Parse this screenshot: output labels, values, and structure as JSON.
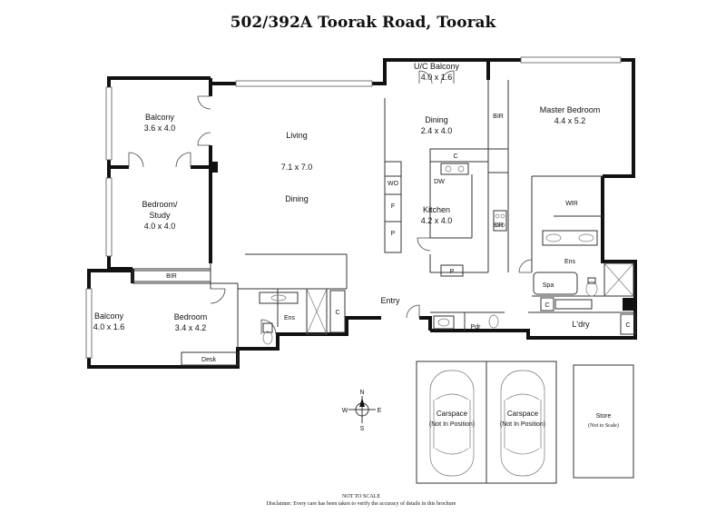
{
  "title": "502/392A Toorak Road, Toorak",
  "rooms": {
    "balcony_left_name": "Balcony",
    "balcony_left_dim": "3.6 x 4.0",
    "uc_balcony_name": "U/C Balcony",
    "uc_balcony_dim": "4.0 x 1.6",
    "living_name": "Living",
    "living_dim": "7.1 x 7.0",
    "living_dining": "Dining",
    "dining_name": "Dining",
    "dining_dim": "2.4 x 4.0",
    "master_name": "Master Bedroom",
    "master_dim": "4.4 x 5.2",
    "bedroom_study_name_1": "Bedroom/",
    "bedroom_study_name_2": "Study",
    "bedroom_study_dim": "4.0 x 4.0",
    "kitchen_name": "Kitchen",
    "kitchen_dim": "4.2 x 4.0",
    "bedroom_name": "Bedroom",
    "bedroom_dim": "3.4 x 4.2",
    "balcony_small_name": "Balcony",
    "balcony_small_dim": "4.0 x 1.6",
    "entry": "Entry",
    "wir": "WIR",
    "ens_master": "Ens",
    "ens_bedroom": "Ens",
    "spa": "Spa",
    "laundry": "L'dry",
    "powder": "Pdr",
    "desk": "Desk"
  },
  "fixtures": {
    "bir_master_top": "BIR",
    "bir_master_side": "BIR",
    "bir_bedroom": "BIR",
    "wo": "WO",
    "f": "F",
    "p_kitchen_1": "P",
    "p_kitchen_2": "P",
    "c_kitchen": "C",
    "dw": "DW",
    "c_ens": "C",
    "c_laundry_1": "C",
    "c_laundry_2": "C"
  },
  "parking": {
    "carspace_1": "Carspace",
    "carspace_1_note": "(Not In Position)",
    "carspace_2": "Carspace",
    "carspace_2_note": "(Not In Position)",
    "store": "Store",
    "store_note": "(Not to Scale)"
  },
  "compass": {
    "n": "N",
    "s": "S",
    "e": "E",
    "w": "W"
  },
  "footer": {
    "not_to_scale": "NOT TO SCALE",
    "disclaimer": "Disclaimer: Every care has been taken to verify the accuracy of details in this brochure"
  }
}
